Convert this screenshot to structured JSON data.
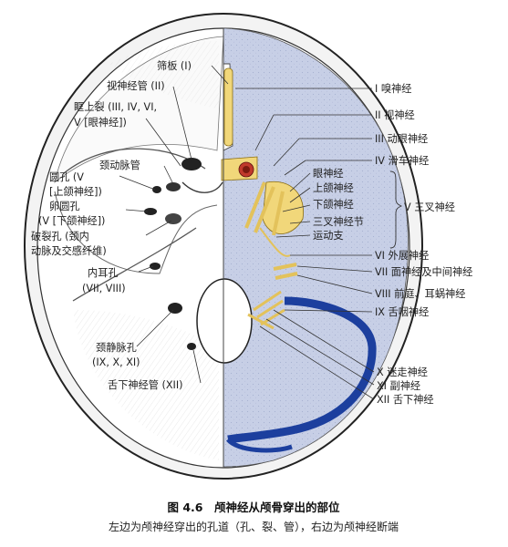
{
  "figure": {
    "left_labels": [
      "筛板 (I)",
      "视神经管 (II)",
      "眶上裂 (III, IV, VI,",
      "V [眼神经])",
      "颈动脉管",
      "圆孔 (V",
      "[上颌神经])",
      "卵圆孔",
      "(V [下颌神经])",
      "破裂孔 (颈内",
      "动脉及交感纤维)",
      "内耳孔",
      "(VII, VIII)",
      "颈静脉孔",
      "(IX, X, XI)",
      "舌下神经管 (XII)"
    ],
    "right_labels": [
      "I 嗅神经",
      "II 视神经",
      "III 动眼神经",
      "IV 滑车神经",
      "眼神经",
      "上颌神经",
      "下颌神经",
      "三叉神经节",
      "运动支",
      "V 三叉神经",
      "VI 外展神经",
      "VII 面神经及中间神经",
      "VIII 前庭、耳蜗神经",
      "IX 舌咽神经",
      "X 迷走神经",
      "XI 副神经",
      "XII 舌下神经"
    ],
    "colors": {
      "bone": "#ffffff",
      "dura": "#c7cfe6",
      "nerve": "#f1d77a",
      "sinus": "#1c3f9e",
      "vessel": "#c0392b"
    }
  },
  "caption": {
    "title": "图 4.6　颅神经从颅骨穿出的部位",
    "subtitle": "左边为颅神经穿出的孔道（孔、裂、管），右边为颅神经断端"
  }
}
